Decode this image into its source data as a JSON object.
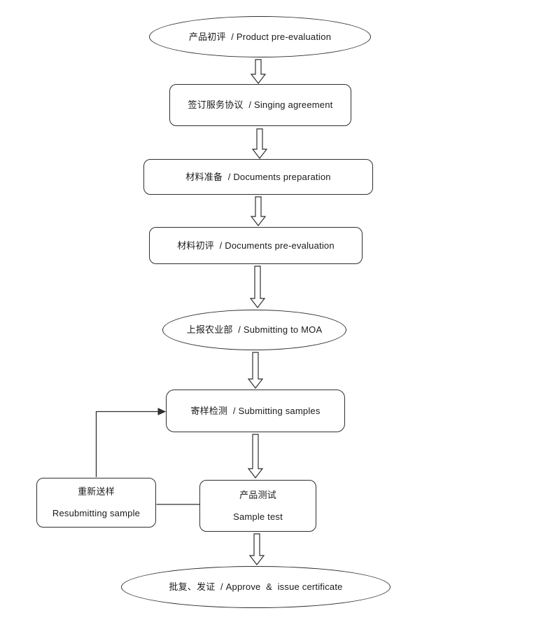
{
  "flowchart": {
    "nodes": [
      {
        "id": "product-pre-evaluation",
        "shape": "ellipse",
        "label": "产品初评  / Product pre-evaluation"
      },
      {
        "id": "signing-agreement",
        "shape": "rounded-rect",
        "label": "签订服务协议  / Singing agreement"
      },
      {
        "id": "documents-preparation",
        "shape": "rounded-rect",
        "label": "材料准备  / Documents preparation"
      },
      {
        "id": "documents-pre-evaluation",
        "shape": "rounded-rect",
        "label": "材料初评  / Documents pre-evaluation"
      },
      {
        "id": "submitting-to-moa",
        "shape": "ellipse",
        "label": "上报农业部  / Submitting to MOA"
      },
      {
        "id": "submitting-samples",
        "shape": "rounded-rect",
        "label": "寄样检测  / Submitting samples"
      },
      {
        "id": "resubmitting-sample",
        "shape": "rounded-rect",
        "line1": "重新送样",
        "line2": "Resubmitting sample"
      },
      {
        "id": "sample-test",
        "shape": "rounded-rect",
        "line1": "产品测试",
        "line2": "Sample test"
      },
      {
        "id": "approve-issue-certificate",
        "shape": "ellipse",
        "label": "批复、发证  / Approve  &  issue certificate"
      }
    ],
    "edges": [
      {
        "from": "product-pre-evaluation",
        "to": "signing-agreement",
        "style": "hollow-block-arrow"
      },
      {
        "from": "signing-agreement",
        "to": "documents-preparation",
        "style": "hollow-block-arrow"
      },
      {
        "from": "documents-preparation",
        "to": "documents-pre-evaluation",
        "style": "hollow-block-arrow"
      },
      {
        "from": "documents-pre-evaluation",
        "to": "submitting-to-moa",
        "style": "hollow-block-arrow"
      },
      {
        "from": "submitting-to-moa",
        "to": "submitting-samples",
        "style": "hollow-block-arrow"
      },
      {
        "from": "submitting-samples",
        "to": "sample-test",
        "style": "hollow-block-arrow"
      },
      {
        "from": "sample-test",
        "to": "approve-issue-certificate",
        "style": "hollow-block-arrow"
      },
      {
        "from": "sample-test",
        "to": "resubmitting-sample",
        "style": "plain-line"
      },
      {
        "from": "resubmitting-sample",
        "to": "submitting-samples",
        "style": "thin-arrow"
      }
    ]
  },
  "colors": {
    "line": "#2f2f2f",
    "fill": "#ffffff",
    "text": "#1a1a1a",
    "background": "#ffffff"
  }
}
